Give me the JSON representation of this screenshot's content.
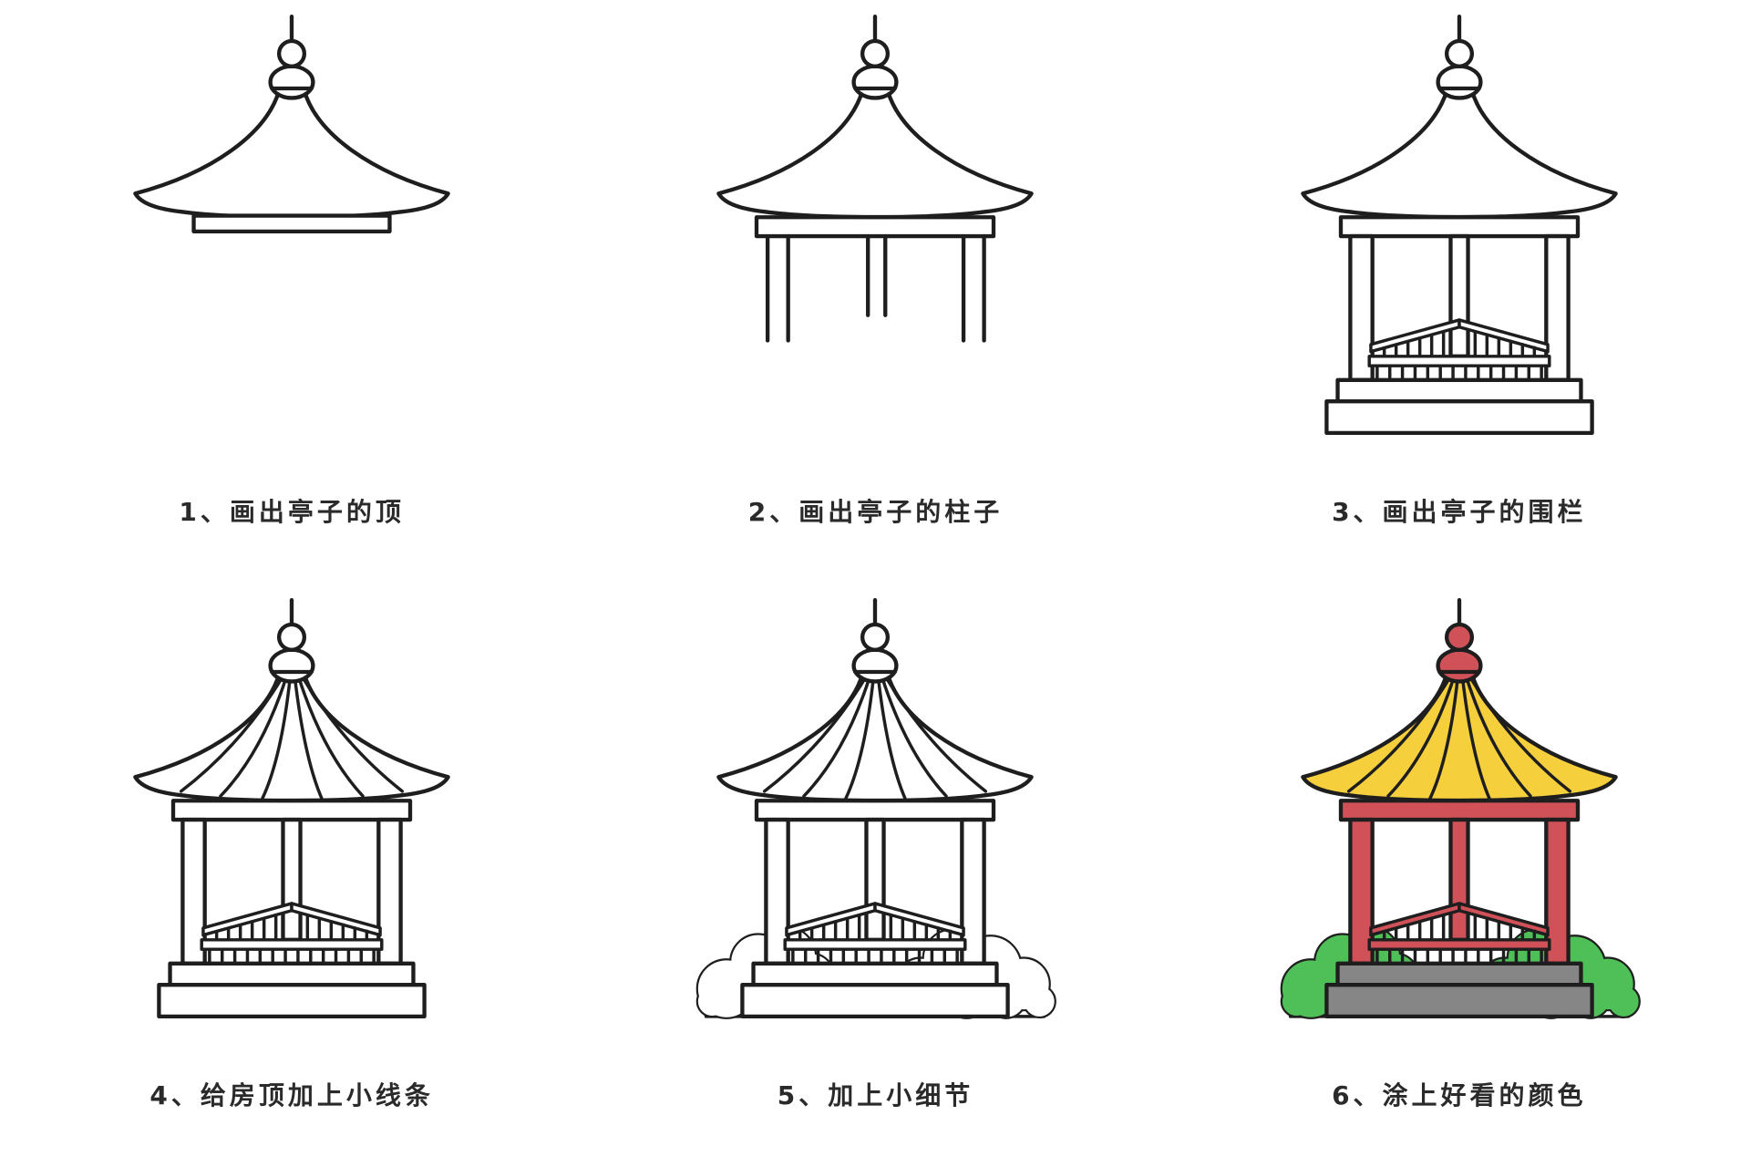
{
  "page": {
    "background": "#ffffff",
    "description": "Six-step tutorial for drawing a Chinese pavilion (gazebo)"
  },
  "steps": [
    {
      "id": 1,
      "caption": "1、画出亭子的顶",
      "depicts": "pavilion roof with gourd finial and board"
    },
    {
      "id": 2,
      "caption": "2、画出亭子的柱子",
      "depicts": "roof plus beam and pillars"
    },
    {
      "id": 3,
      "caption": "3、画出亭子的围栏",
      "depicts": "roof, pillars, railing and stepped base"
    },
    {
      "id": 4,
      "caption": "4、给房顶加上小线条",
      "depicts": "curved rib lines added on the roof"
    },
    {
      "id": 5,
      "caption": "5、加上小细节",
      "depicts": "bushes and ground line added"
    },
    {
      "id": 6,
      "caption": "6、涂上好看的颜色",
      "depicts": "finished drawing painted with colors"
    }
  ],
  "colors": {
    "outline": "#1e1e1e",
    "roof_yellow": "#F6CF3D",
    "finial_red": "#D05158",
    "pillar_red": "#D05158",
    "base_gray": "#868686",
    "bush_green": "#4FBF58",
    "paper_white": "#ffffff"
  }
}
